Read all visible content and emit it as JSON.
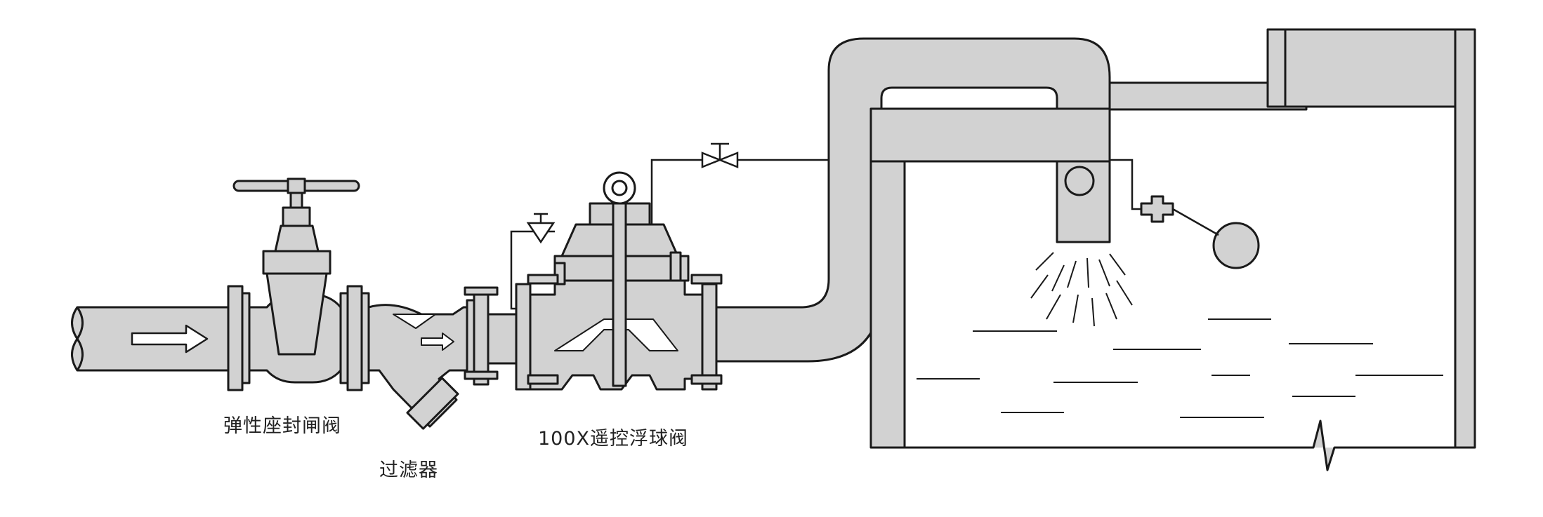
{
  "labels": {
    "gate_valve": "弹性座封闸阀",
    "filter": "过滤器",
    "float_valve": "100X遥控浮球阀"
  },
  "colors": {
    "pipe_fill": "#d2d2d2",
    "stroke": "#1a1a1a",
    "background": "#ffffff"
  },
  "icons": {
    "flow_arrow": "flow-arrow-icon",
    "needle_valve": "needle-valve-icon",
    "float_ball": "float-ball-icon"
  }
}
